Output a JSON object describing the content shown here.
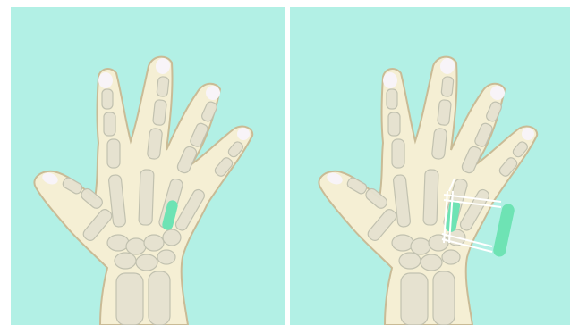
{
  "figure": {
    "panels": [
      {
        "id": "left",
        "view": "hand-xray",
        "highlight": "bone-lesion"
      },
      {
        "id": "right",
        "view": "hand-xray",
        "highlight": "external-fixation"
      }
    ]
  },
  "colors": {
    "background": "#b2f0e5",
    "skin": "#f5efd4",
    "skin_outline": "#c9bb96",
    "bone": "#e6e2d0",
    "bone_shadow": "#bfbfae",
    "nail": "#f8f4f8",
    "lesion": "#6ee3b4",
    "hardware": "#ffffff"
  }
}
